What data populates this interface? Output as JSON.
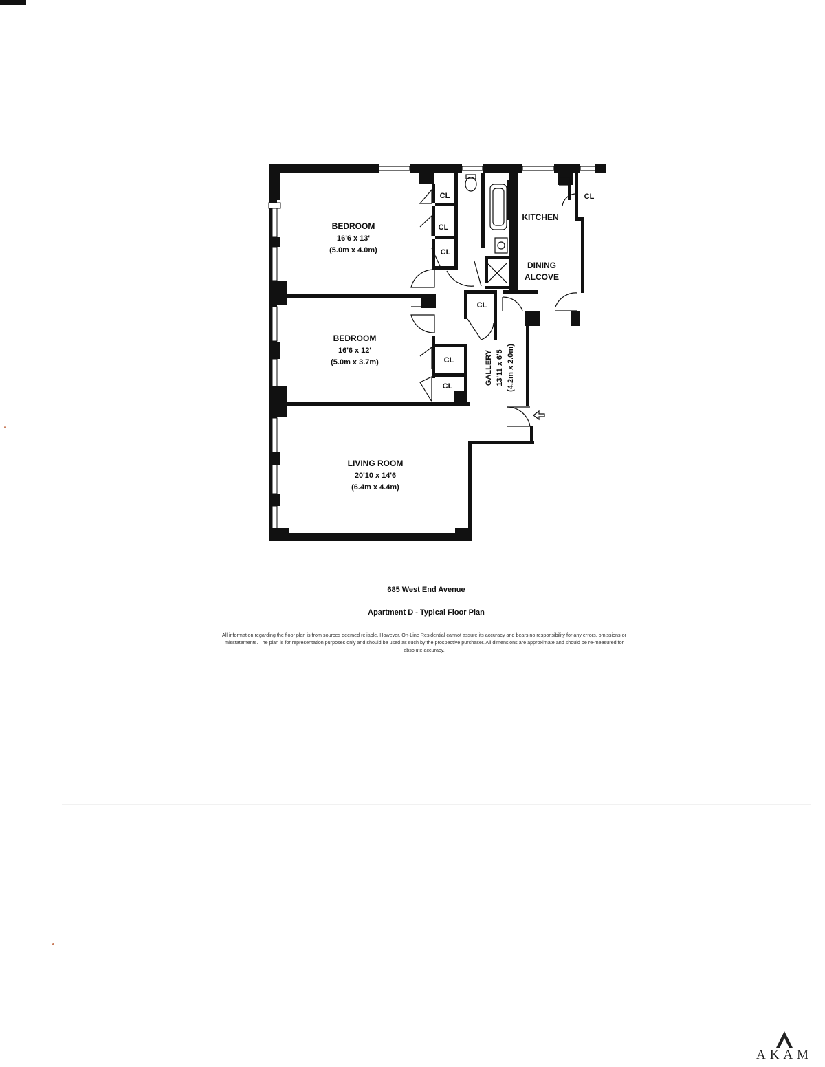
{
  "floor_plan": {
    "rooms": [
      {
        "name": "BEDROOM",
        "dims": "16'6 x 13'",
        "metric": "(5.0m x 4.0m)"
      },
      {
        "name": "BEDROOM",
        "dims": "16'6 x 12'",
        "metric": "(5.0m x 3.7m)"
      },
      {
        "name": "LIVING ROOM",
        "dims": "20'10 x 14'6",
        "metric": "(6.4m x 4.4m)"
      },
      {
        "name": "GALLERY",
        "dims": "13'11 x 6'5",
        "metric": "(4.2m x 2.0m)"
      }
    ],
    "kitchen_label": "KITCHEN",
    "dining_label_1": "DINING",
    "dining_label_2": "ALCOVE",
    "closet_label": "CL"
  },
  "caption": {
    "address": "685 West End Avenue",
    "title": "Apartment D - Typical Floor Plan",
    "disclaimer": "All information regarding the floor plan is from sources deemed reliable. However, On-Line Residential cannot assure its accuracy and bears no responsibility for any errors, omissions or misstatements. The plan is for representation purposes only and should be used as such by the prospective purchaser. All dimensions are approximate and should be re-measured for absolute accuracy."
  },
  "logo": {
    "text": "AKAM"
  },
  "colors": {
    "wall": "#111111",
    "background": "#ffffff"
  }
}
